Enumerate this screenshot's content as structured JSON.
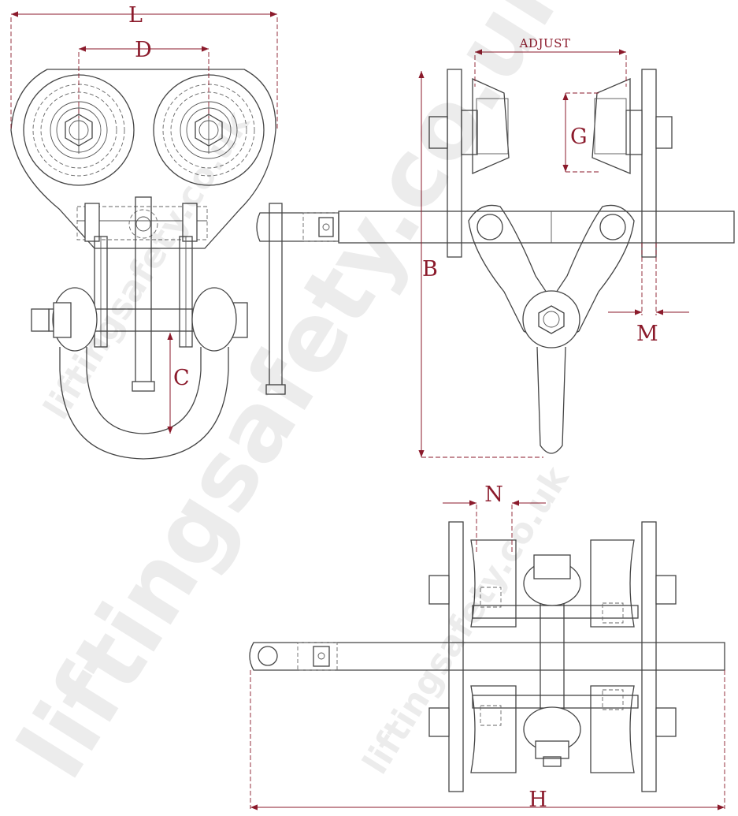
{
  "dimensions": {
    "L": "L",
    "D": "D",
    "C": "C",
    "B": "B",
    "G": "G",
    "M": "M",
    "ADJUST": "ADJUST",
    "N": "N",
    "H": "H"
  },
  "watermark": {
    "large": "liftingsafety.co.uk",
    "small_top": "liftingsafety.co.uk",
    "small_bottom": "liftingsafety.co.uk"
  },
  "colors": {
    "dimension": "#8b1a2b",
    "line": "#444444",
    "background": "#ffffff"
  }
}
